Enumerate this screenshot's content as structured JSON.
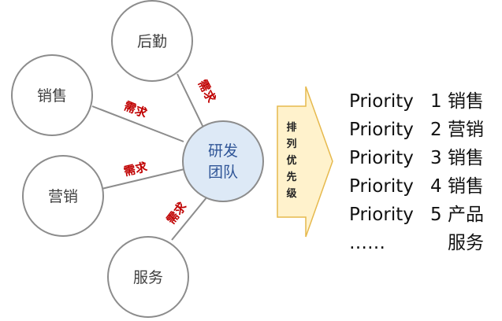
{
  "nodes": {
    "logistics": "后勤",
    "sales": "销售",
    "marketing": "营销",
    "service": "服务",
    "rd_line1": "研发",
    "rd_line2": "团队"
  },
  "edges": {
    "logistics_label": "需求",
    "sales_label": "需求",
    "marketing_label": "需求",
    "service_label": "需求"
  },
  "arrow": {
    "chars": [
      "排",
      "列",
      "优",
      "先",
      "级"
    ]
  },
  "priority_list": {
    "rows": [
      {
        "label": "Priority",
        "num": "1",
        "item": "销售"
      },
      {
        "label": "Priority",
        "num": "2",
        "item": "营销"
      },
      {
        "label": "Priority",
        "num": "3",
        "item": "销售"
      },
      {
        "label": "Priority",
        "num": "4",
        "item": "销售"
      },
      {
        "label": "Priority",
        "num": "5",
        "item": "产品"
      }
    ],
    "ellipsis": "……",
    "continuation": "服务"
  }
}
